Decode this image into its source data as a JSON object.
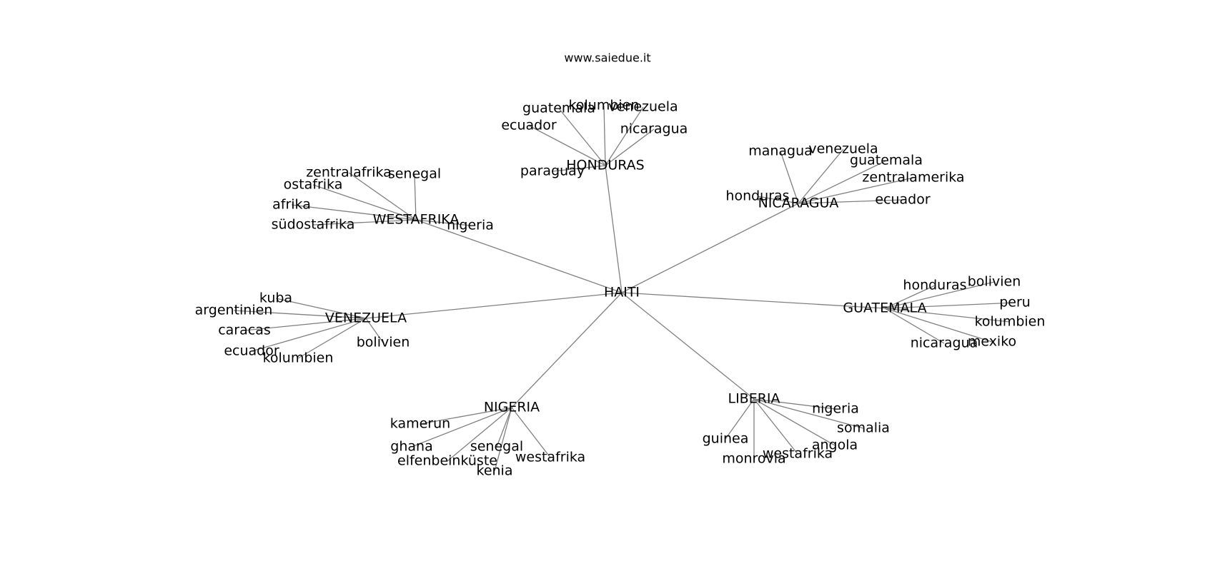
{
  "watermark": "www.saiedue.it",
  "root": "HAITI",
  "clusters": [
    {
      "hub": "HONDURAS",
      "leaves": [
        "guatemala",
        "kolumbien",
        "venezuela",
        "ecuador",
        "nicaragua",
        "paraguay"
      ]
    },
    {
      "hub": "NICARAGUA",
      "leaves": [
        "managua",
        "venezuela",
        "guatemala",
        "zentralamerika",
        "honduras",
        "ecuador"
      ]
    },
    {
      "hub": "WESTAFRIKA",
      "leaves": [
        "zentralafrika",
        "senegal",
        "ostafrika",
        "afrika",
        "südostafrika",
        "nigeria"
      ]
    },
    {
      "hub": "VENEZUELA",
      "leaves": [
        "kuba",
        "argentinien",
        "caracas",
        "ecuador",
        "kolumbien",
        "bolivien"
      ]
    },
    {
      "hub": "GUATEMALA",
      "leaves": [
        "honduras",
        "bolivien",
        "peru",
        "kolumbien",
        "nicaragua",
        "mexiko"
      ]
    },
    {
      "hub": "NIGERIA",
      "leaves": [
        "kamerun",
        "ghana",
        "senegal",
        "elfenbeinküste",
        "kenia",
        "westafrika"
      ]
    },
    {
      "hub": "LIBERIA",
      "leaves": [
        "nigeria",
        "somalia",
        "guinea",
        "angola",
        "monrovia",
        "westafrika"
      ]
    }
  ]
}
